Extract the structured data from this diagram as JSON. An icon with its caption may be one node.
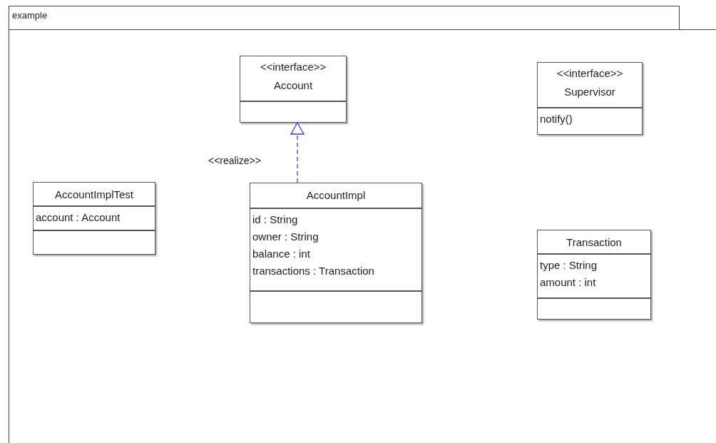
{
  "diagram": {
    "nodes": [
      {
        "text": [
          "example"
        ]
      },
      {
        "text": [
          "<<interface>>",
          "Account"
        ],
        "in": 0
      },
      {
        "text": [
          "<<interface>>",
          "Supervisor",
          "notify()"
        ],
        "in": 0
      },
      {
        "text": [
          "AccountImplTest",
          "account : Account"
        ],
        "in": 0
      },
      {
        "text": [
          "AccountImpl",
          "id : String",
          "owner : String",
          "balance : int",
          "transactions : Transaction"
        ],
        "in": 0
      },
      {
        "text": [
          "Transaction",
          "type : String",
          "amount : int"
        ],
        "in": 0
      }
    ],
    "edges": [
      {
        "from": 4,
        "to": 1,
        "arrow": "to",
        "label": "<<realize>>",
        "style": "dashed",
        "color": "#3c3cc8"
      }
    ]
  }
}
